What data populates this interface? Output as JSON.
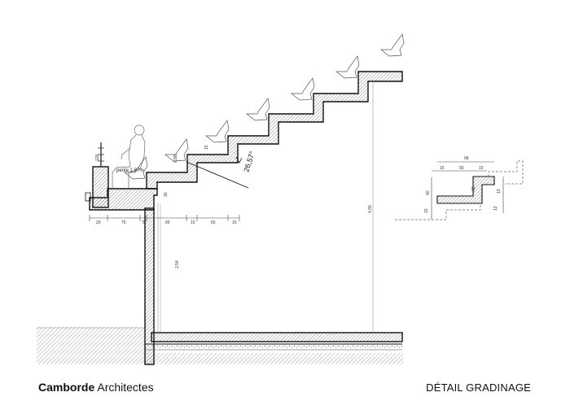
{
  "footer": {
    "firm_bold": "Camborde",
    "firm_rest": " Architectes",
    "sheet_title": "DÉTAIL GRADINAGE"
  },
  "section": {
    "slope_label": "pente 1.87%",
    "angle_label": "26,57°",
    "height_label": "4,55",
    "column_label": "2,54",
    "bottom_dims": [
      "20",
      "75",
      "5",
      "60",
      "15",
      "65",
      "15"
    ],
    "riser_labels": [
      "6,88",
      "15",
      "120",
      "30"
    ]
  },
  "detail": {
    "top_dims": [
      "68",
      "15",
      "55",
      "15"
    ],
    "side_dims": [
      "40",
      "28",
      "15",
      "13",
      "12"
    ]
  },
  "colors": {
    "line": "#111111",
    "hatch": "#555555",
    "ground": "#999999",
    "fine": "#9a9a9a"
  }
}
